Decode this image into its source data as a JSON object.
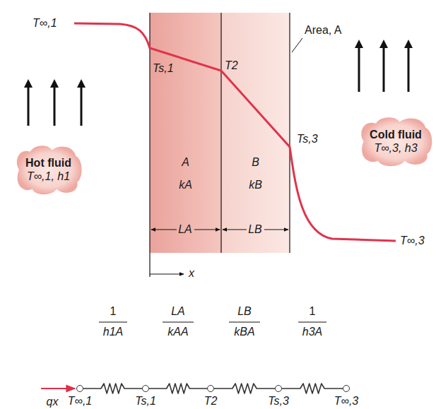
{
  "diagram": {
    "nodes": [
      {
        "text": [
          "Hot fluid",
          "T∞,1, h1"
        ]
      },
      {
        "text": [
          "A",
          "kA"
        ]
      },
      {
        "text": [
          "B",
          "kB"
        ]
      },
      {
        "text": [
          "Cold fluid",
          "T∞,3, h3"
        ]
      },
      {
        "text": [
          "T∞,1"
        ]
      },
      {
        "text": [
          "Ts,1"
        ]
      },
      {
        "text": [
          "T2"
        ]
      },
      {
        "text": [
          "Ts,3"
        ]
      },
      {
        "text": [
          "T∞,3"
        ]
      }
    ],
    "edges": [
      {
        "from": 4,
        "to": 5,
        "arrow": "none"
      },
      {
        "from": 5,
        "to": 6,
        "arrow": "none"
      },
      {
        "from": 6,
        "to": 7,
        "arrow": "none"
      },
      {
        "from": 7,
        "to": 8,
        "arrow": "none"
      }
    ],
    "labels": [
      "T∞,1",
      "Ts,1",
      "T2",
      "Area, A",
      "Ts,3",
      "T∞,3",
      "LA",
      "LB",
      "x",
      "1",
      "h1A",
      "LA",
      "kAA",
      "LB",
      "kBA",
      "1",
      "h3A",
      "qx"
    ]
  }
}
